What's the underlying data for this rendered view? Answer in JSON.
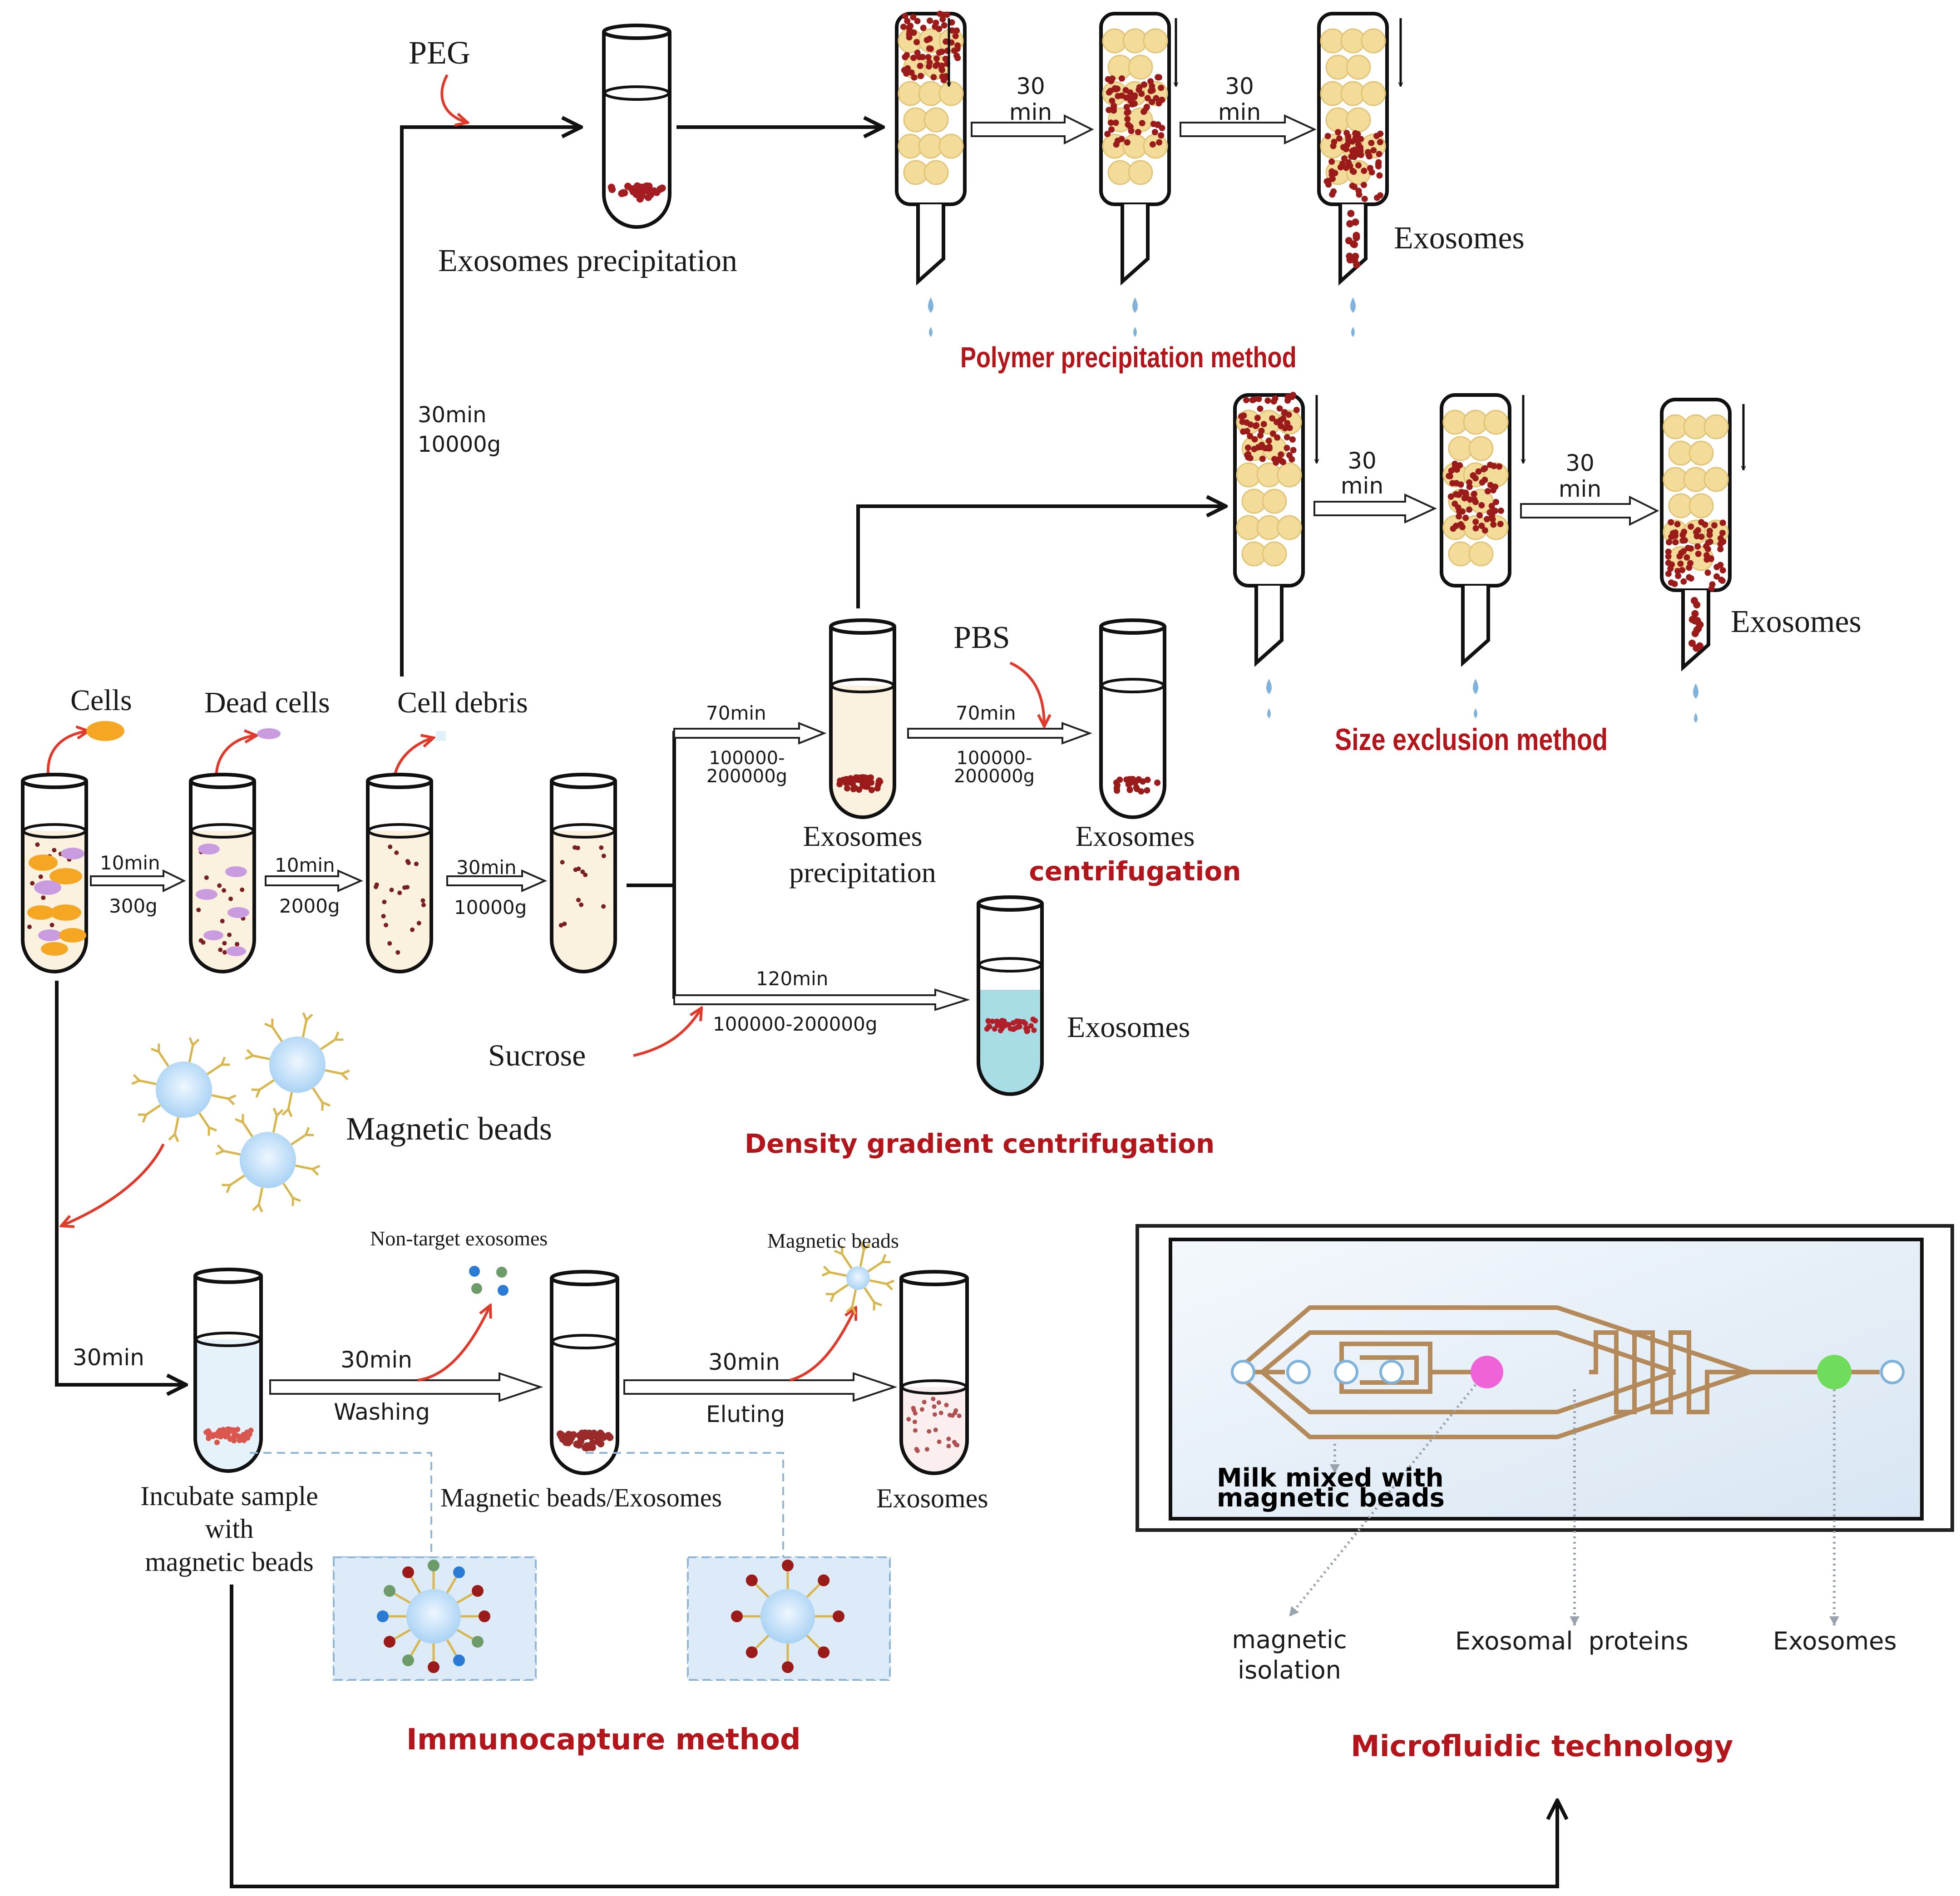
{
  "top": {
    "peg": "PEG",
    "spin_time": "30min",
    "spin_force": "10000g",
    "precipitation": "Exosomes precipitation",
    "step1": {
      "a": "30",
      "b": "min"
    },
    "step2": {
      "a": "30",
      "b": "min"
    },
    "exosomes": "Exosomes",
    "method": "Polymer precipitation method"
  },
  "sec": {
    "step1": {
      "a": "30",
      "b": "min"
    },
    "step2": {
      "a": "30",
      "b": "min"
    },
    "exosomes": "Exosomes",
    "method": "Size exclusion method"
  },
  "left": {
    "cells": "Cells",
    "dead_cells": "Dead cells",
    "cell_debris": "Cell debris",
    "s1_time": "10min",
    "s1_force": "300g",
    "s2_time": "10min",
    "s2_force": "2000g",
    "s3_time": "30min",
    "s3_force": "10000g"
  },
  "uc": {
    "t1": "70min",
    "f1a": "100000-",
    "f1b": "200000g",
    "pbs": "PBS",
    "t2": "70min",
    "f2a": "100000-",
    "f2b": "200000g",
    "precip_a": "Exosomes",
    "precip_b": "precipitation",
    "centr_a": "Exosomes",
    "centr_b": "centrifugation"
  },
  "dg": {
    "time": "120min",
    "force": "100000-200000g",
    "sucrose": "Sucrose",
    "exosomes": "Exosomes",
    "method": "Density gradient centrifugation"
  },
  "imm": {
    "magnetic_beads": "Magnetic beads",
    "t0": "30min",
    "non_target": "Non-target exosomes",
    "t1": "30min",
    "washing": "Washing",
    "beads_small": "Magnetic beads",
    "t2": "30min",
    "eluting": "Eluting",
    "incubate_a": "Incubate sample",
    "incubate_b": "with",
    "incubate_c": "magnetic beads",
    "complex": "Magnetic beads/Exosomes",
    "exosomes": "Exosomes",
    "method": "Immunocapture method"
  },
  "micro": {
    "milk_a": "Milk mixed with",
    "milk_b": "magnetic beads",
    "mag_a": "magnetic",
    "mag_b": "isolation",
    "proteins": "Exosomal  proteins",
    "exosomes": "Exosomes",
    "method": "Microfluidic technology"
  },
  "colors": {
    "method_red": "#b3151b",
    "bead_yellow": "#f3dc9a",
    "exosome_red": "#9b1b1b",
    "arrow_red": "#e03a2c",
    "chip_brown": "#b58a5a",
    "beads_blue": "#cde6fb"
  }
}
